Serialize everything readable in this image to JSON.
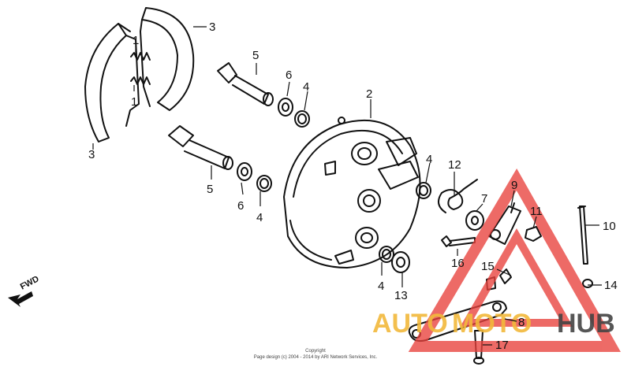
{
  "callouts": {
    "p1a": "1",
    "p1b": "1",
    "p2": "2",
    "p3a": "3",
    "p3b": "3",
    "p4a": "4",
    "p4b": "4",
    "p4c": "4",
    "p4d": "4",
    "p5a": "5",
    "p5b": "5",
    "p6a": "6",
    "p6b": "6",
    "p7": "7",
    "p8": "8",
    "p9": "9",
    "p10": "10",
    "p11": "11",
    "p12": "12",
    "p13": "13",
    "p14": "14",
    "p15": "15",
    "p16": "16",
    "p17": "17"
  },
  "direction": {
    "label": "FWD"
  },
  "watermark": {
    "part1": "AUTO",
    "part2": "MOTO",
    "part3": "HUB",
    "colors": {
      "triangle": "#e8413c",
      "auto": "#f2b93b",
      "moto": "#f2b93b",
      "hub": "#444444"
    }
  },
  "copyright": {
    "line1": "Copyright",
    "line2": "Page design (c) 2004 - 2014 by ARI Network Services, Inc."
  }
}
